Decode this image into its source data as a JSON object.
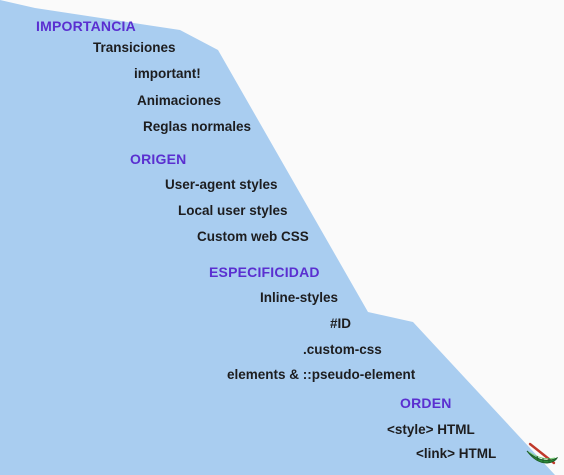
{
  "sections": [
    {
      "header": "IMPORTANCIA",
      "items": [
        "Transiciones",
        "important!",
        "Animaciones",
        "Reglas normales"
      ]
    },
    {
      "header": "ORIGEN",
      "items": [
        "User-agent styles",
        "Local user styles",
        "Custom web CSS"
      ]
    },
    {
      "header": "ESPECIFICIDAD",
      "items": [
        "Inline-styles",
        "#ID",
        ".custom-css",
        "elements & ::pseudo-element"
      ]
    },
    {
      "header": "ORDEN",
      "items": [
        "<style> HTML",
        "<link> HTML"
      ]
    }
  ],
  "colors": {
    "slope_fill": "#a9cdf0",
    "header_text": "#5a2fd0",
    "item_text": "#1d1d1f"
  },
  "icons": [
    "canoe-icon"
  ]
}
